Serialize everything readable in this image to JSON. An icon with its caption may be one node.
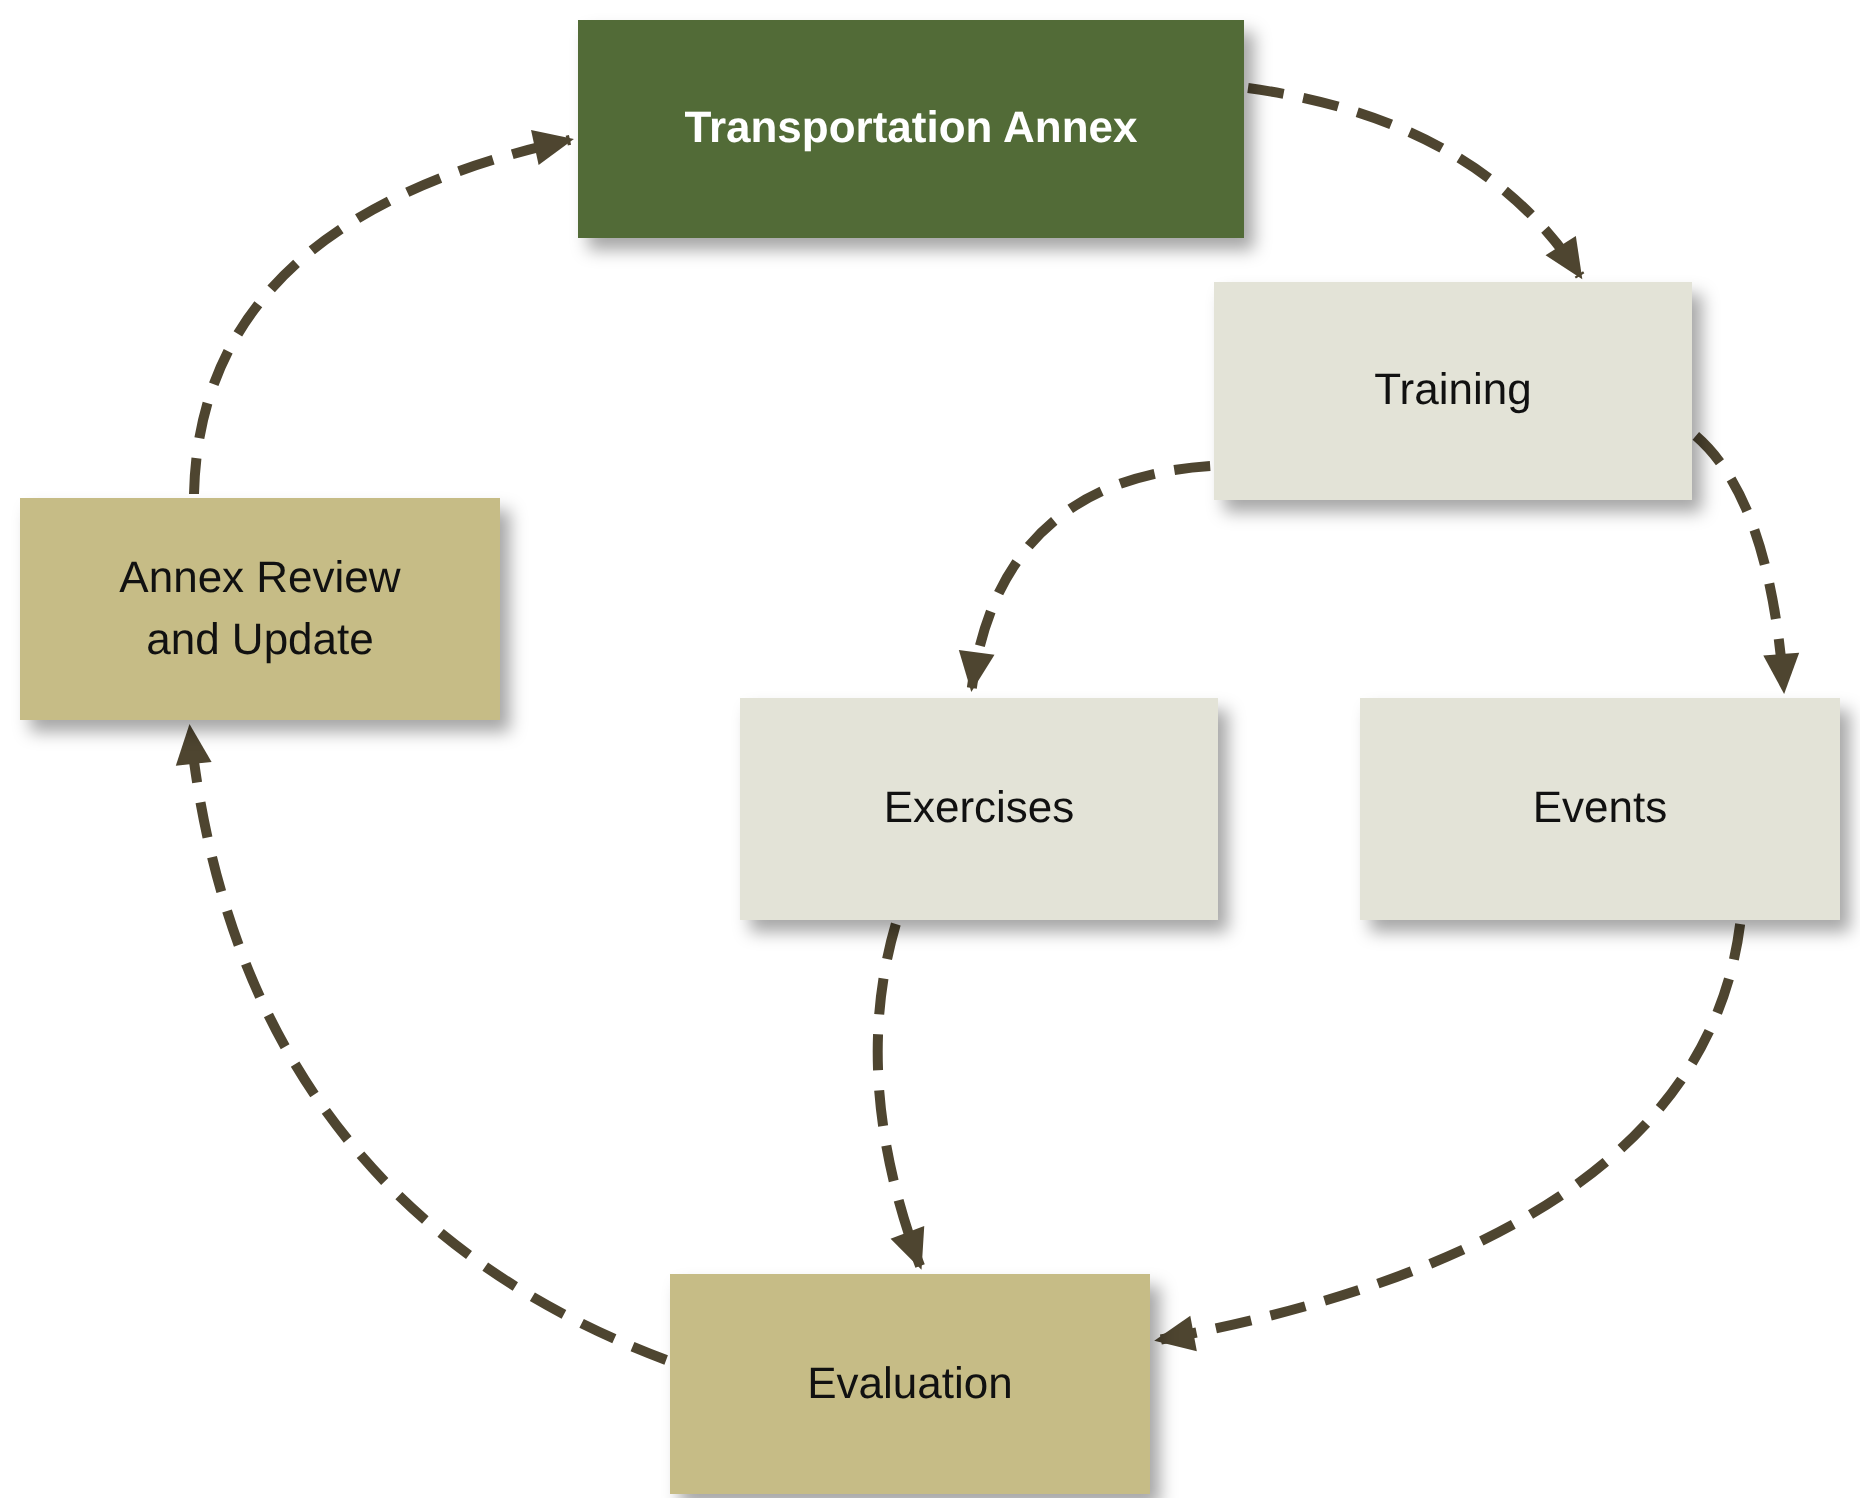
{
  "diagram": {
    "nodes": [
      {
        "text": [
          "Transportation Annex"
        ]
      },
      {
        "text": [
          "Training"
        ]
      },
      {
        "text": [
          "Exercises"
        ]
      },
      {
        "text": [
          "Events"
        ]
      },
      {
        "text": [
          "Evaluation"
        ]
      },
      {
        "text": [
          "Annex Review and Update"
        ]
      }
    ],
    "edges": [
      {
        "from": 0,
        "to": 1,
        "arrow": "to",
        "style": "dashed"
      },
      {
        "from": 1,
        "to": 2,
        "arrow": "to",
        "style": "dashed"
      },
      {
        "from": 1,
        "to": 3,
        "arrow": "to",
        "style": "dashed"
      },
      {
        "from": 2,
        "to": 4,
        "arrow": "to",
        "style": "dashed"
      },
      {
        "from": 3,
        "to": 4,
        "arrow": "to",
        "style": "dashed"
      },
      {
        "from": 4,
        "to": 5,
        "arrow": "to",
        "style": "dashed"
      },
      {
        "from": 5,
        "to": 0,
        "arrow": "to",
        "style": "dashed"
      }
    ]
  }
}
